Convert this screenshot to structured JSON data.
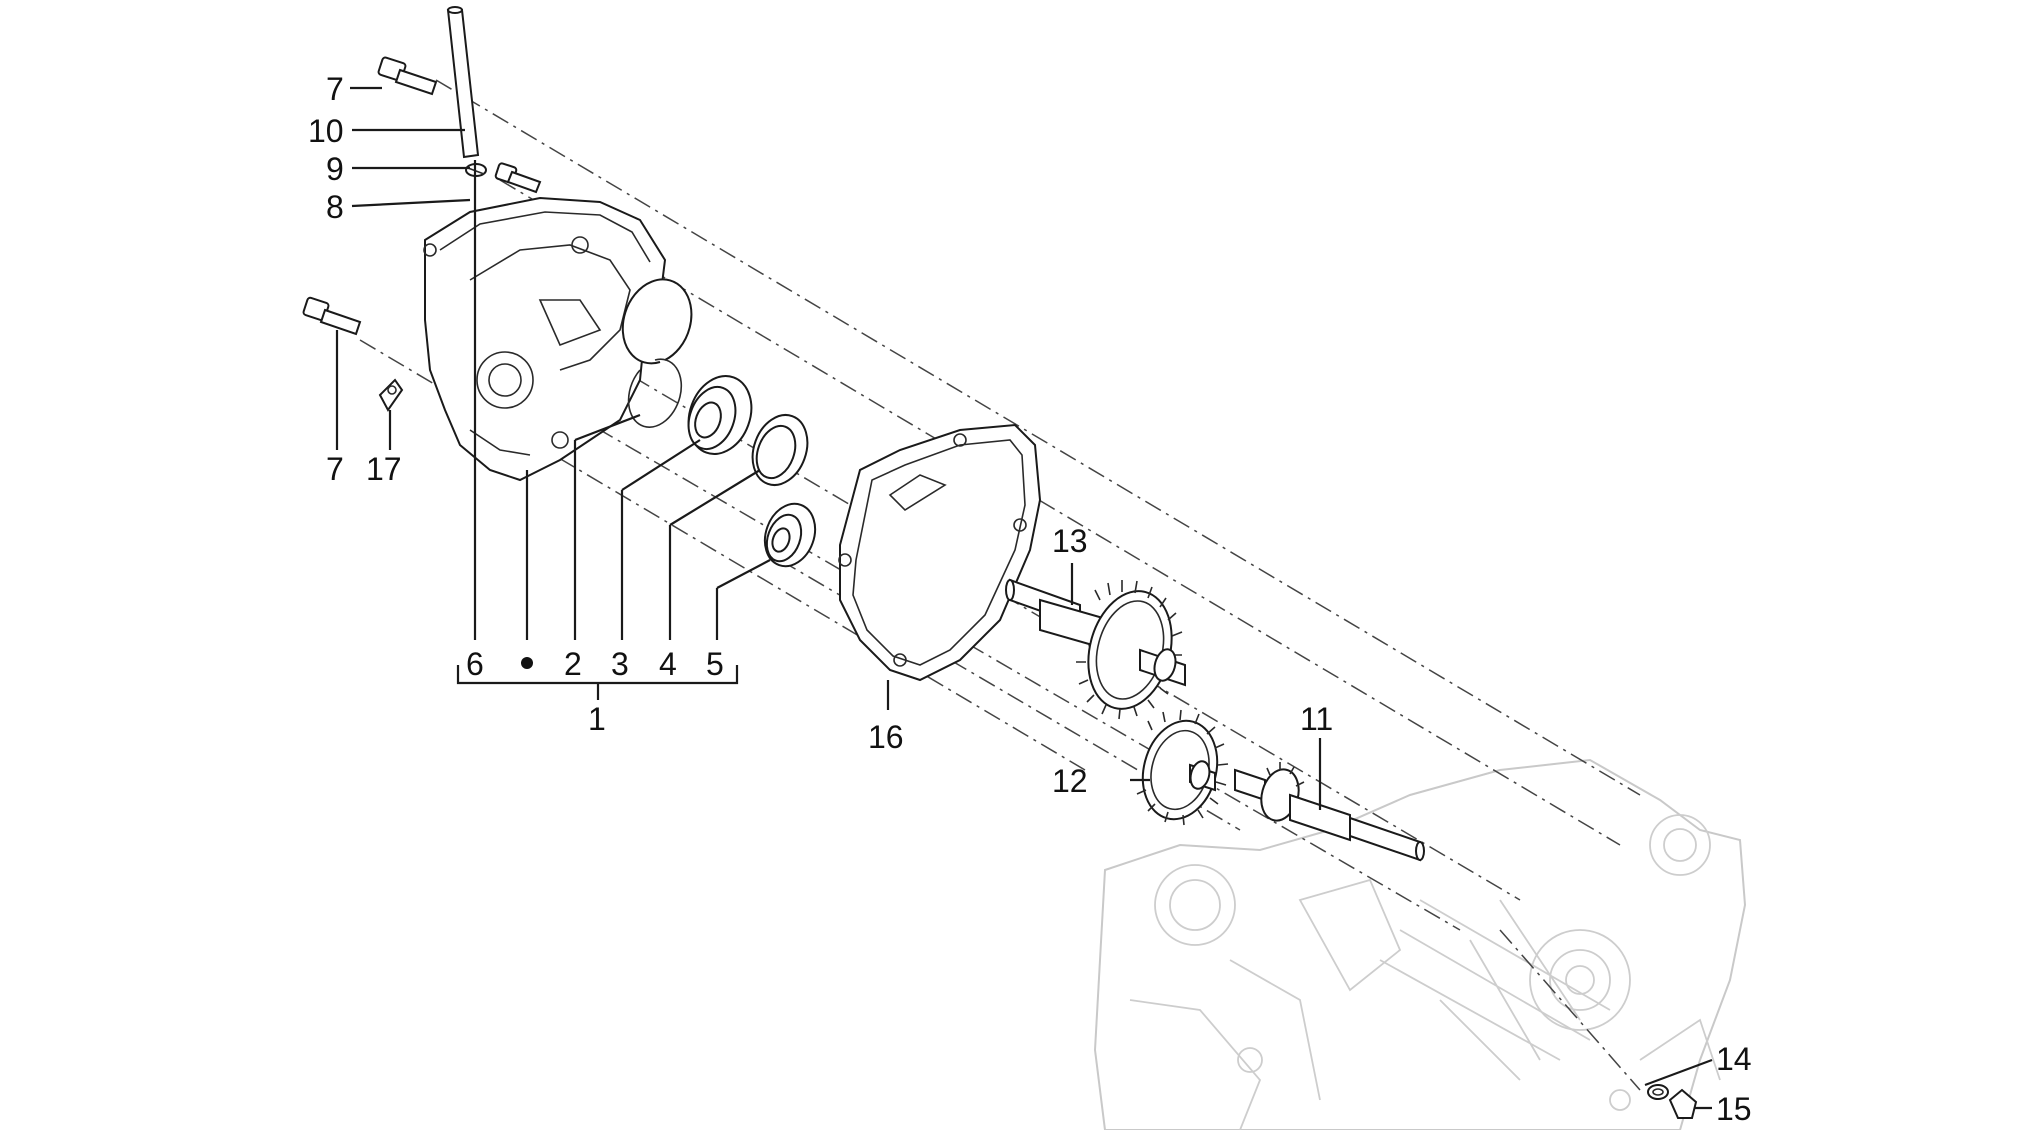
{
  "diagram": {
    "callouts": {
      "c1": "1",
      "c2": "2",
      "c3": "3",
      "c4": "4",
      "c5": "5",
      "c6": "6",
      "c7a": "7",
      "c7b": "7",
      "c8": "8",
      "c9": "9",
      "c10": "10",
      "c11": "11",
      "c12": "12",
      "c13": "13",
      "c14": "14",
      "c15": "15",
      "c16": "16",
      "c17": "17"
    },
    "colors": {
      "line": "#1a1a1a",
      "ghost": "#c9c9c9",
      "background": "#ffffff"
    }
  }
}
